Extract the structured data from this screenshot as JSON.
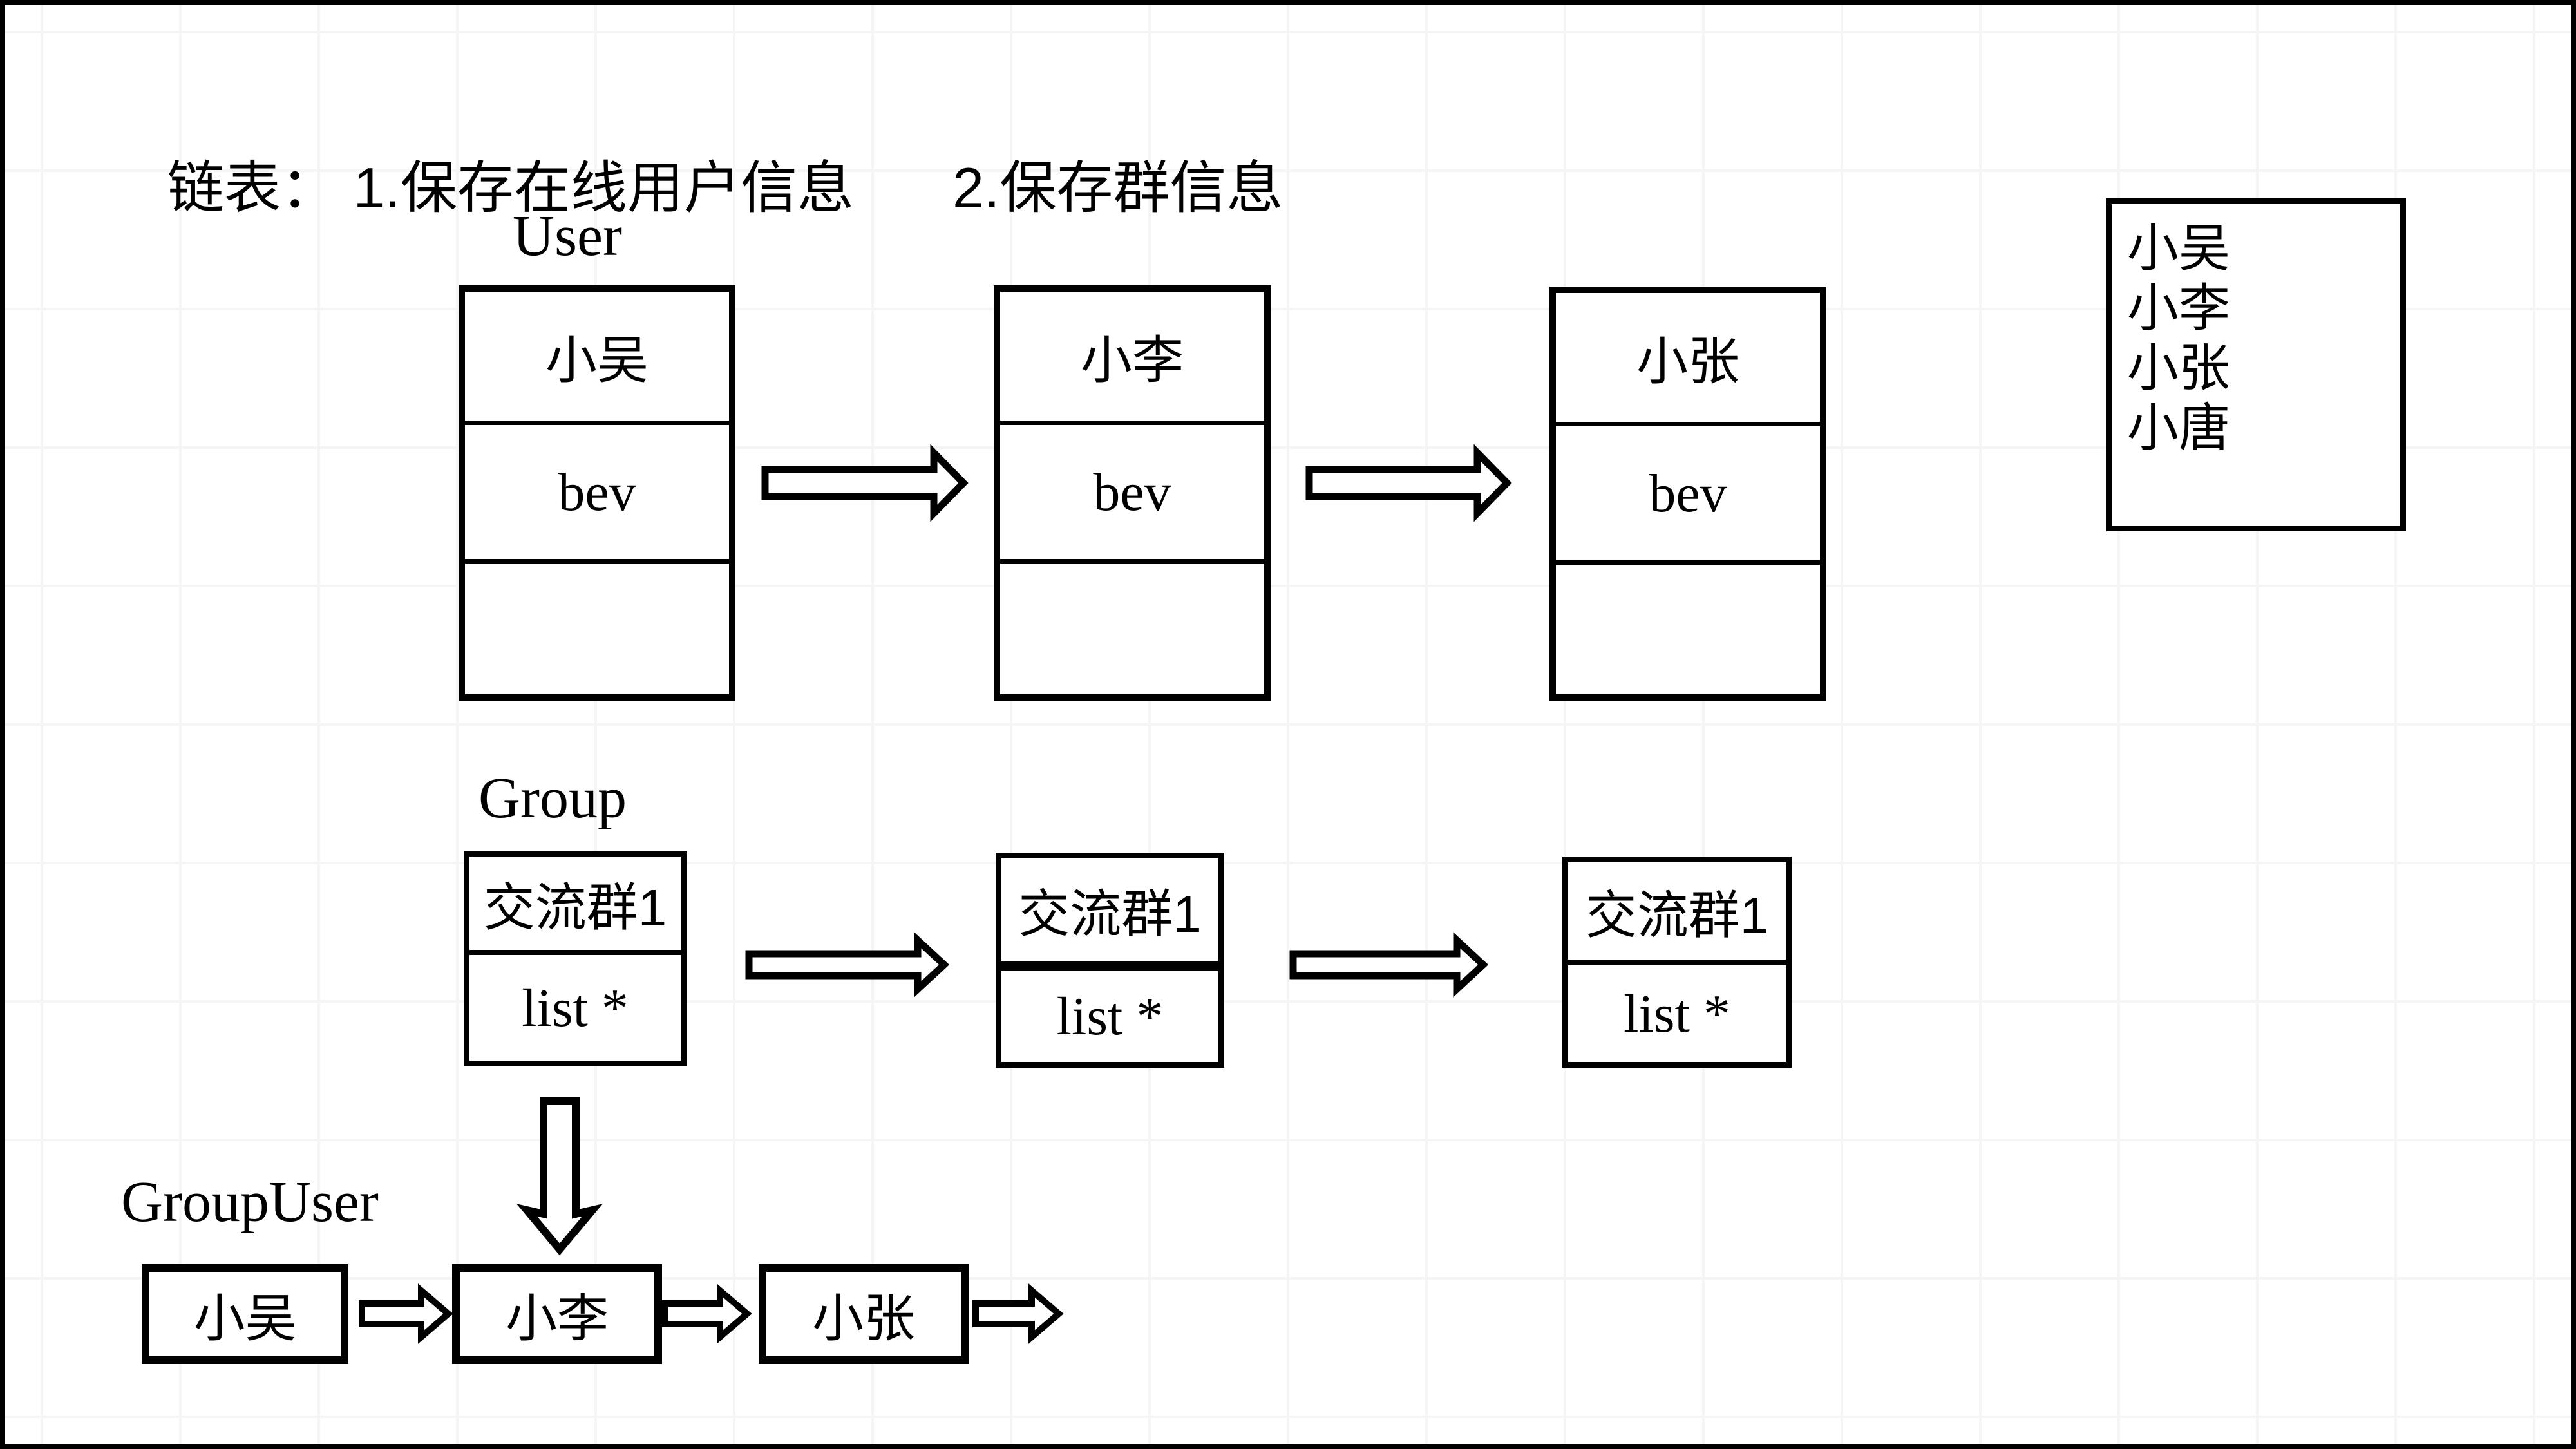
{
  "title": {
    "part1": "链表： 1.保存在线用户信息",
    "part2": "2.保存群信息"
  },
  "user_section": {
    "label": "User",
    "nodes": [
      {
        "name": "小吴",
        "field": "bev"
      },
      {
        "name": "小李",
        "field": "bev"
      },
      {
        "name": "小张",
        "field": "bev"
      }
    ]
  },
  "group_section": {
    "label": "Group",
    "nodes": [
      {
        "name": "交流群1",
        "field": "list *"
      },
      {
        "name": "交流群1",
        "field": "list *"
      },
      {
        "name": "交流群1",
        "field": "list *"
      }
    ]
  },
  "groupuser_section": {
    "label": "GroupUser",
    "nodes": [
      {
        "name": "小吴"
      },
      {
        "name": "小李"
      },
      {
        "name": "小张"
      }
    ]
  },
  "members_box": {
    "names": [
      "小吴",
      "小李",
      "小张",
      "小唐"
    ]
  },
  "colors": {
    "ink": "#000000",
    "background": "#ffffff",
    "grid": "#f5f5f5"
  }
}
